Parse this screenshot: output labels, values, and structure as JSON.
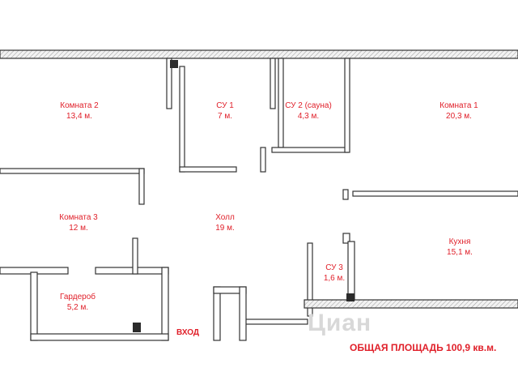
{
  "rooms": [
    {
      "name": "Комната 2",
      "area": "13,4 м."
    },
    {
      "name": "СУ 1",
      "area": "7 м."
    },
    {
      "name": "СУ 2 (сауна)",
      "area": "4,3 м."
    },
    {
      "name": "Комната 1",
      "area": "20,3 м."
    },
    {
      "name": "Комната 3",
      "area": "12 м."
    },
    {
      "name": "Холл",
      "area": "19 м."
    },
    {
      "name": "Кухня",
      "area": "15,1 м."
    },
    {
      "name": "СУ 3",
      "area": "1,6 м."
    },
    {
      "name": "Гардероб",
      "area": "5,2 м."
    }
  ],
  "entrance": "ВХОД",
  "total_area": "ОБЩАЯ ПЛОЩАДЬ 100,9 кв.м.",
  "watermark": "Циан",
  "colors": {
    "label": "#e0202a",
    "wall": "#333333"
  }
}
